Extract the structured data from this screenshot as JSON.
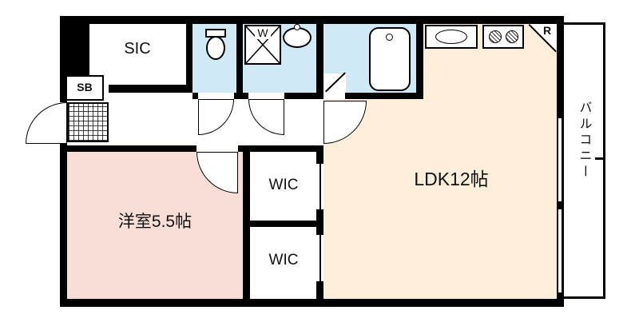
{
  "floorplan": {
    "rooms": {
      "sic": "SIC",
      "sb": "SB",
      "washer": "W",
      "ldk": "LDK12帖",
      "bedroom": "洋室5.5帖",
      "wic_upper": "WIC",
      "wic_lower": "WIC",
      "balcony": "バルコニー",
      "refrigerator": "R"
    },
    "colors": {
      "wall": "#000000",
      "wet_area_fill": "#cfe9f7",
      "ldk_fill": "#fdeeda",
      "bedroom_fill": "#f8ded7",
      "background": "#ffffff"
    }
  }
}
